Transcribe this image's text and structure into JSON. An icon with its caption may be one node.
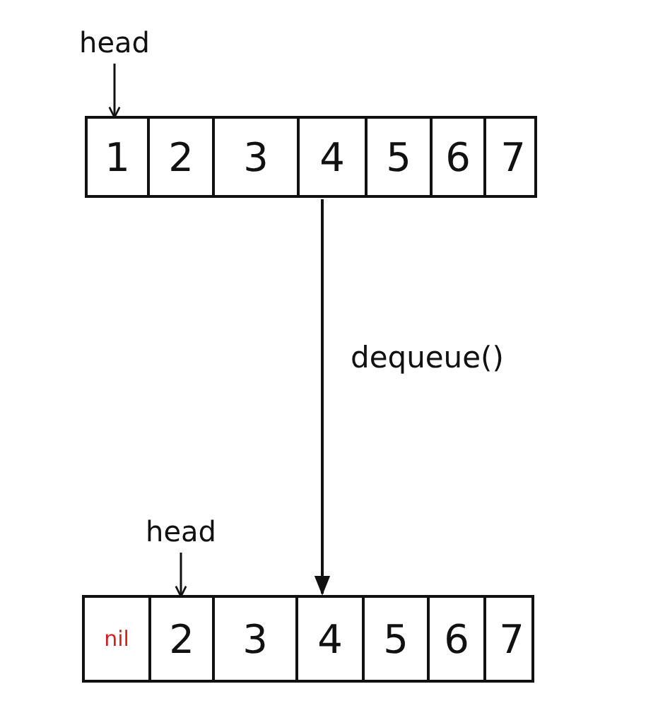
{
  "diagram": {
    "nodes": [
      {
        "text": [
          "head"
        ]
      },
      {
        "text": [],
        "shape": "bar"
      },
      {
        "text": [
          "1"
        ],
        "in": 1
      },
      {
        "text": [
          "2"
        ],
        "in": 1
      },
      {
        "text": [
          "3"
        ],
        "in": 1
      },
      {
        "text": [
          "4"
        ],
        "in": 1
      },
      {
        "text": [
          "5"
        ],
        "in": 1
      },
      {
        "text": [
          "6"
        ],
        "in": 1
      },
      {
        "text": [
          "7"
        ],
        "in": 1
      },
      {
        "text": [
          "head"
        ]
      },
      {
        "text": [],
        "shape": "bar"
      },
      {
        "text": [
          "nil"
        ],
        "in": 10
      },
      {
        "text": [
          "2"
        ],
        "in": 10
      },
      {
        "text": [
          "3"
        ],
        "in": 10
      },
      {
        "text": [
          "4"
        ],
        "in": 10
      },
      {
        "text": [
          "5"
        ],
        "in": 10
      },
      {
        "text": [
          "6"
        ],
        "in": 10
      },
      {
        "text": [
          "7"
        ],
        "in": 10
      }
    ],
    "edges": [
      {
        "from": 0,
        "to": 2,
        "arrow": "to"
      },
      {
        "from": 1,
        "to": 10,
        "arrow": "to",
        "label": "dequeue()"
      },
      {
        "from": 9,
        "to": 12,
        "arrow": "to"
      }
    ]
  }
}
